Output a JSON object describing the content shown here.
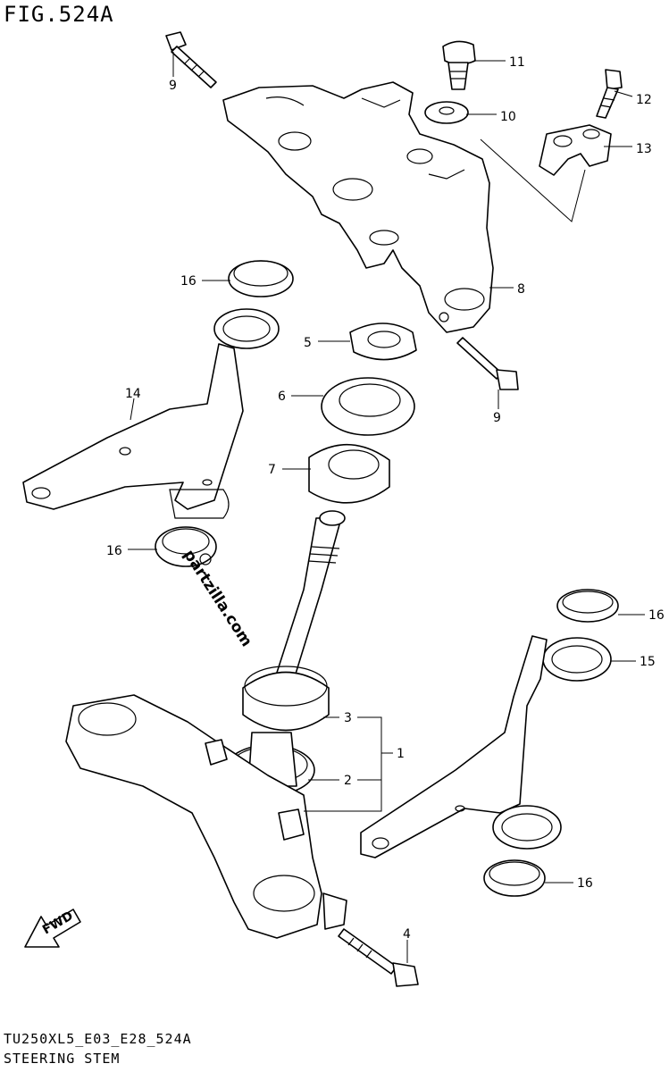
{
  "header": {
    "figure_title": "FIG.524A"
  },
  "footer": {
    "model_code": "TU250XL5_E03_E28_524A",
    "section_name": "STEERING STEM"
  },
  "watermark": {
    "text": "partzilla.com"
  },
  "direction_indicator": {
    "label": "FWD"
  },
  "callouts": [
    {
      "ref": "9"
    },
    {
      "ref": "11"
    },
    {
      "ref": "10"
    },
    {
      "ref": "12"
    },
    {
      "ref": "13"
    },
    {
      "ref": "16"
    },
    {
      "ref": "8"
    },
    {
      "ref": "5"
    },
    {
      "ref": "14"
    },
    {
      "ref": "9"
    },
    {
      "ref": "6"
    },
    {
      "ref": "7"
    },
    {
      "ref": "16"
    },
    {
      "ref": "16"
    },
    {
      "ref": "15"
    },
    {
      "ref": "3"
    },
    {
      "ref": "1"
    },
    {
      "ref": "2"
    },
    {
      "ref": "16"
    },
    {
      "ref": "4"
    }
  ]
}
